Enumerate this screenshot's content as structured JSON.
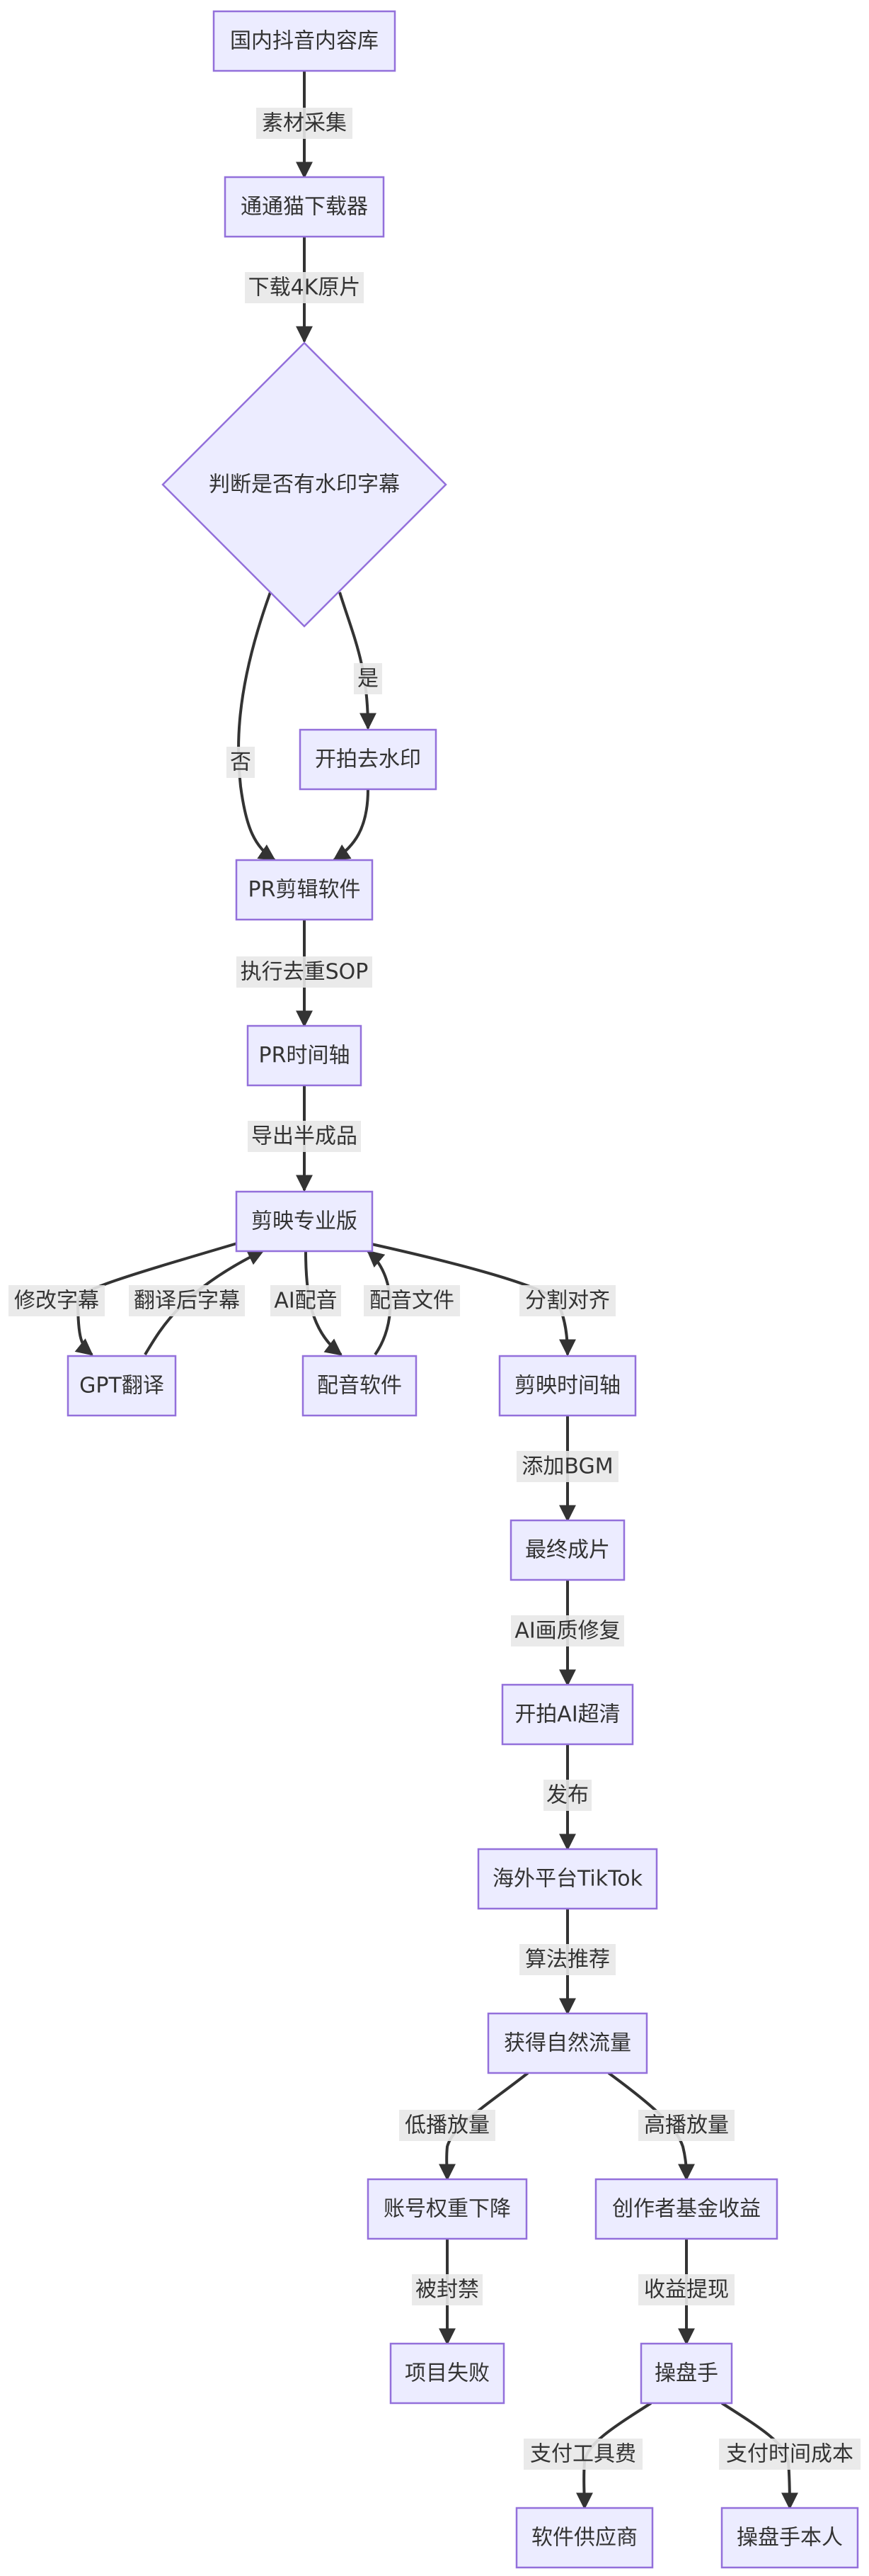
{
  "nodes": {
    "n1": "国内抖音内容库",
    "n2": "通通猫下载器",
    "n3": "判断是否有水印字幕",
    "n4": "开拍去水印",
    "n5": "PR剪辑软件",
    "n6": "PR时间轴",
    "n7": "剪映专业版",
    "n8": "GPT翻译",
    "n9": "配音软件",
    "n10": "剪映时间轴",
    "n11": "最终成片",
    "n12": "开拍AI超清",
    "n13": "海外平台TikTok",
    "n14": "获得自然流量",
    "n15": "账号权重下降",
    "n16": "创作者基金收益",
    "n17": "项目失败",
    "n18": "操盘手",
    "n19": "软件供应商",
    "n20": "操盘手本人"
  },
  "edges": {
    "e1": "素材采集",
    "e2": "下载4K原片",
    "e3": "否",
    "e4": "是",
    "e6": "执行去重SOP",
    "e7": "导出半成品",
    "e8": "修改字幕",
    "e9": "翻译后字幕",
    "e10": "AI配音",
    "e11": "配音文件",
    "e12": "分割对齐",
    "e13": "添加BGM",
    "e14": "AI画质修复",
    "e15": "发布",
    "e16": "算法推荐",
    "e17": "低播放量",
    "e18": "高播放量",
    "e19": "被封禁",
    "e20": "收益提现",
    "e21": "支付工具费",
    "e22": "支付时间成本"
  }
}
